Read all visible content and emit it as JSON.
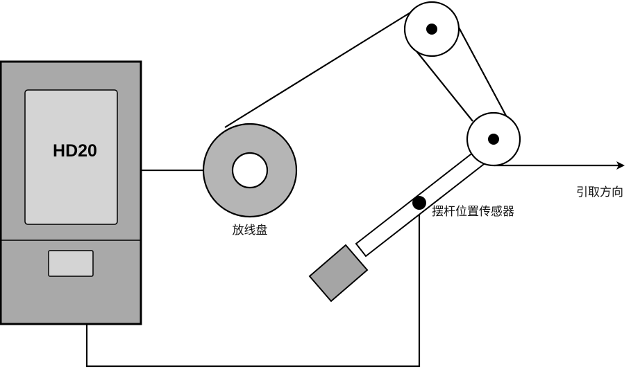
{
  "device": {
    "model": "HD20"
  },
  "labels": {
    "payoff_reel": "放线盘",
    "dancer_sensor": "摆杆位置传感器",
    "pull_direction": "引取方向"
  },
  "colors": {
    "stroke": "#000000",
    "device_body": "#a9a9a9",
    "device_screen": "#d4d4d4",
    "reel": "#b5b5b5",
    "weight": "#a5a5a5",
    "background": "#ffffff"
  }
}
